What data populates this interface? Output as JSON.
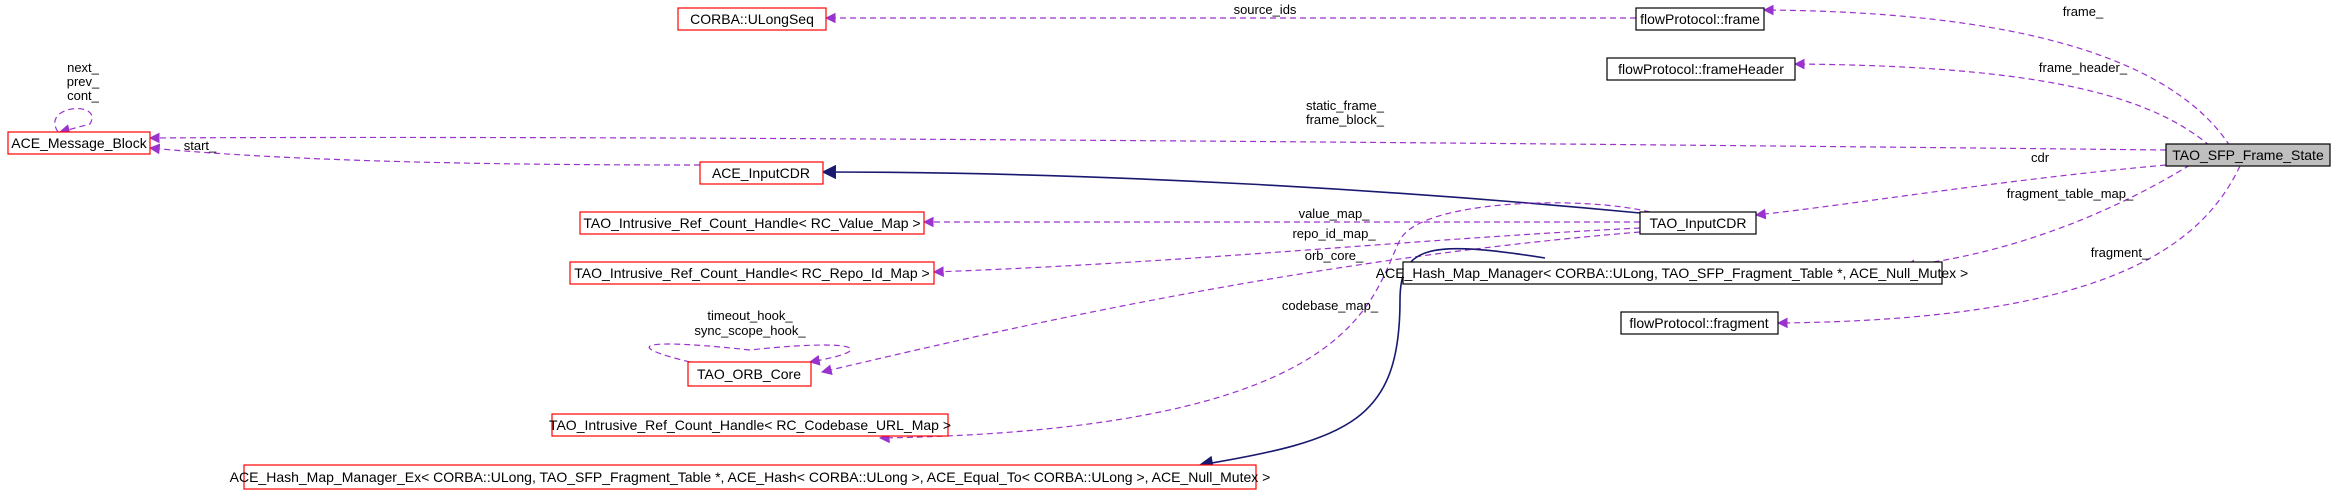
{
  "diagram": {
    "nodes": [
      {
        "id": "seq",
        "label": "CORBA::ULongSeq",
        "border": "#ff0000",
        "fill": "#ffffff"
      },
      {
        "id": "fp_frame",
        "label": "flowProtocol::frame",
        "border": "#000000",
        "fill": "#ffffff"
      },
      {
        "id": "fp_header",
        "label": "flowProtocol::frameHeader",
        "border": "#000000",
        "fill": "#ffffff"
      },
      {
        "id": "msgblock",
        "label": "ACE_Message_Block",
        "border": "#ff0000",
        "fill": "#ffffff"
      },
      {
        "id": "ace_input",
        "label": "ACE_InputCDR",
        "border": "#ff0000",
        "fill": "#ffffff"
      },
      {
        "id": "tao_input",
        "label": "TAO_InputCDR",
        "border": "#000000",
        "fill": "#ffffff"
      },
      {
        "id": "state",
        "label": "TAO_SFP_Frame_State",
        "border": "#000000",
        "fill": "#bfbfbf"
      },
      {
        "id": "valmap",
        "label": "TAO_Intrusive_Ref_Count_Handle< RC_Value_Map >",
        "border": "#ff0000",
        "fill": "#ffffff"
      },
      {
        "id": "repomap",
        "label": "TAO_Intrusive_Ref_Count_Handle< RC_Repo_Id_Map >",
        "border": "#ff0000",
        "fill": "#ffffff"
      },
      {
        "id": "hashmgr",
        "label": "ACE_Hash_Map_Manager< CORBA::ULong, TAO_SFP_Fragment_Table *, ACE_Null_Mutex >",
        "border": "#000000",
        "fill": "#ffffff"
      },
      {
        "id": "fp_fragment",
        "label": "flowProtocol::fragment",
        "border": "#000000",
        "fill": "#ffffff"
      },
      {
        "id": "orbcore",
        "label": "TAO_ORB_Core",
        "border": "#ff0000",
        "fill": "#ffffff"
      },
      {
        "id": "codebase",
        "label": "TAO_Intrusive_Ref_Count_Handle< RC_Codebase_URL_Map >",
        "border": "#ff0000",
        "fill": "#ffffff"
      },
      {
        "id": "hashmgr_ex",
        "label": "ACE_Hash_Map_Manager_Ex< CORBA::ULong, TAO_SFP_Fragment_Table *, ACE_Hash< CORBA::ULong >, ACE_Equal_To< CORBA::ULong >, ACE_Null_Mutex >",
        "border": "#ff0000",
        "fill": "#ffffff"
      }
    ],
    "edge_labels": {
      "source_ids": "source_ids",
      "frame": "frame_",
      "frame_header": "frame_header_",
      "next_prev_cont": [
        "next_",
        "prev_",
        "cont_"
      ],
      "static_frame_block": [
        "static_frame_",
        "frame_block_"
      ],
      "start": "start_",
      "cdr": "cdr",
      "fragment_table_map": "fragment_table_map_",
      "value_map": "value_map_",
      "repo_id_map": "repo_id_map_",
      "orb_core": "orb_core_",
      "fragment": "fragment_",
      "codebase_map": "codebase_map_",
      "timeout_sync": [
        "timeout_hook_",
        "sync_scope_hook_"
      ]
    },
    "colors": {
      "usage_edge": "#9a32cd",
      "inheritance_edge": "#191970",
      "node_red_border": "#ff0000",
      "node_black_border": "#000000",
      "focus_fill": "#bfbfbf"
    }
  }
}
